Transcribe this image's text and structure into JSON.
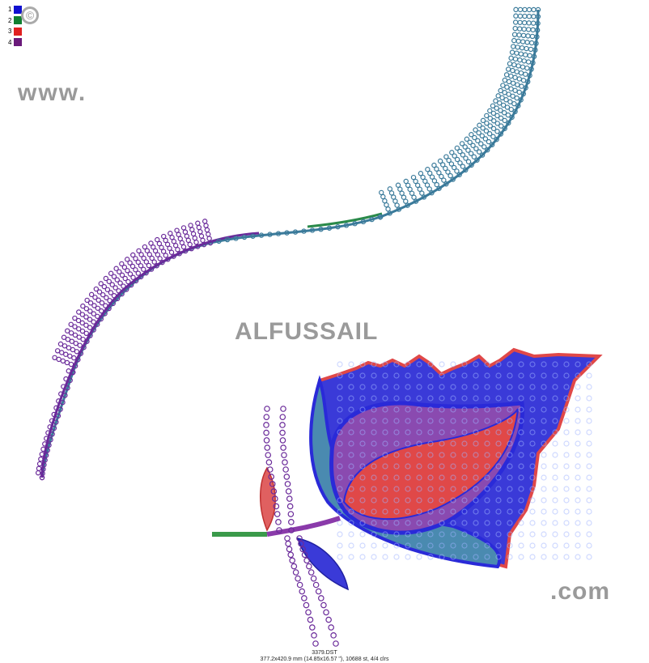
{
  "color_legend": [
    {
      "number": "1",
      "color": "#1010d0"
    },
    {
      "number": "2",
      "color": "#108030"
    },
    {
      "number": "3",
      "color": "#e02020"
    },
    {
      "number": "4",
      "color": "#6a1a7a"
    }
  ],
  "copyright_symbol": "©",
  "watermark": {
    "prefix": "www.",
    "name": "ALFUSSAIL",
    "suffix": ".com"
  },
  "file_info": {
    "filename": "3379.DST",
    "details": "377.2x420.9 mm (14.85x16.57 \"), 10688 st, 4/4 clrs"
  },
  "colors": {
    "blue": "#2a2ad8",
    "green": "#3a9a4a",
    "red": "#e04848",
    "purple": "#6a2a9a",
    "teal": "#3a7a9a",
    "watermark": "#9a9a9a"
  }
}
